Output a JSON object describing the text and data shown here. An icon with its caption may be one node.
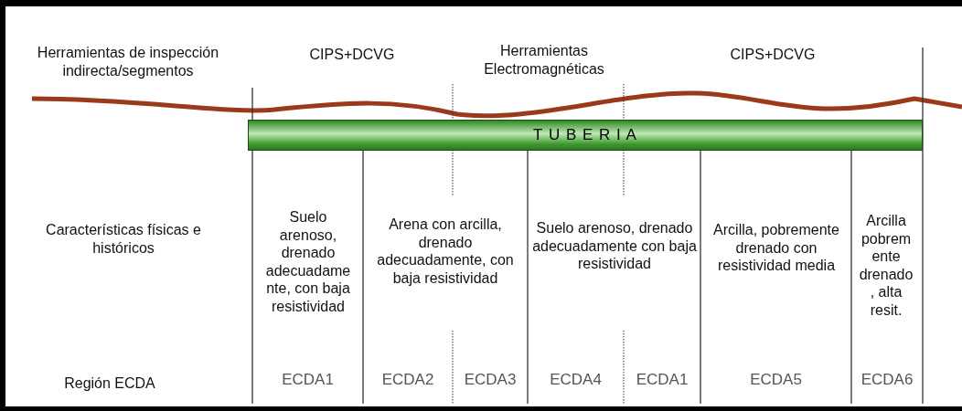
{
  "diagram": {
    "nodes": [
      {
        "text": [
          "T U B E R I A"
        ]
      }
    ],
    "labels": [
      "Herramientas de inspección indirecta/segmentos",
      "CIPS+DCVG",
      "Herramientas Electromagnéticas",
      "CIPS+DCVG",
      "Características físicas e históricos",
      "Suelo arenoso, drenado adecuadamente, con baja resistividad",
      "Arena con arcilla, drenado adecuadamente, con baja resistividad",
      "Suelo arenoso, drenado adecuadamente con baja resistividad",
      "Arcilla, pobremente drenado con resistividad media",
      "Arcilla pobremente drenado, alta resit.",
      "Región ECDA",
      "ECDA1",
      "ECDA2",
      "ECDA3",
      "ECDA4",
      "ECDA1",
      "ECDA5",
      "ECDA6"
    ]
  }
}
